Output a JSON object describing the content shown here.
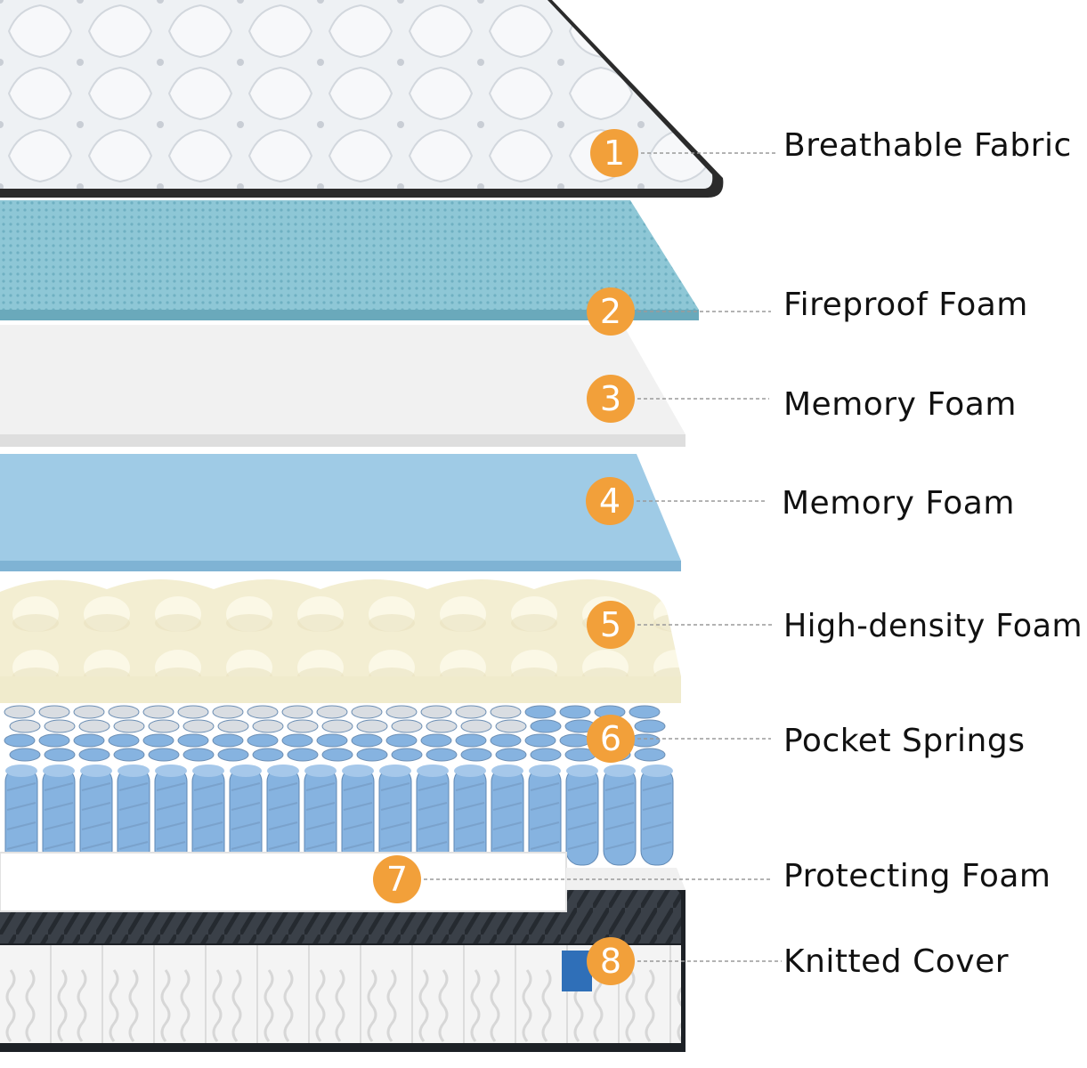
{
  "colors": {
    "badge": "#F2A03A",
    "leader": "#9a9a9a",
    "fabric": "#eef1f4",
    "fabric_edge": "#2b2b2b",
    "fireproof": "#8ec7d6",
    "memory_white": "#f1f1f1",
    "memory_blue": "#9fcbe6",
    "high_density": "#f3eed2",
    "spring_blue": "#86b3e0",
    "spring_grey": "#d9dde2",
    "protecting": "#ffffff",
    "knitted_border": "#2e333b",
    "knitted_side": "#f4f4f4"
  },
  "layers": [
    {
      "number": "1",
      "label": "Breathable Fabric"
    },
    {
      "number": "2",
      "label": "Fireproof Foam"
    },
    {
      "number": "3",
      "label": "Memory Foam"
    },
    {
      "number": "4",
      "label": "Memory Foam"
    },
    {
      "number": "5",
      "label": "High-density Foam"
    },
    {
      "number": "6",
      "label": "Pocket Springs"
    },
    {
      "number": "7",
      "label": "Protecting Foam"
    },
    {
      "number": "8",
      "label": "Knitted Cover"
    }
  ]
}
